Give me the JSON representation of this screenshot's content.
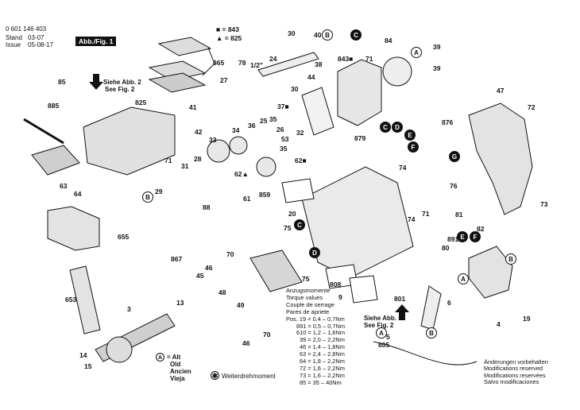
{
  "header": {
    "doc_number": "0 601 146 403",
    "stand_label": "Stand",
    "stand_value": "03-07",
    "issue_label": "Issue",
    "issue_value": "05-08-17",
    "figure_label": "Abb./Fig. 1"
  },
  "legend_top": {
    "sq_843": "■ = 843",
    "tri_825": "▲ = 825"
  },
  "callouts": [
    {
      "id": "843",
      "label": "843"
    },
    {
      "id": "825",
      "label": "825"
    },
    {
      "id": "865",
      "label": "865"
    },
    {
      "id": "30a",
      "label": "30"
    },
    {
      "id": "40",
      "label": "40"
    },
    {
      "id": "B_top",
      "label": "B"
    },
    {
      "id": "C_top",
      "label": "C"
    },
    {
      "id": "843sq",
      "label": "843■"
    },
    {
      "id": "71a",
      "label": "71"
    },
    {
      "id": "84",
      "label": "84"
    },
    {
      "id": "39a",
      "label": "39"
    },
    {
      "id": "A_top",
      "label": "A"
    },
    {
      "id": "39b",
      "label": "39"
    },
    {
      "id": "24",
      "label": "24"
    },
    {
      "id": "78",
      "label": "78"
    },
    {
      "id": "half",
      "label": "1/2\""
    },
    {
      "id": "27",
      "label": "27"
    },
    {
      "id": "38",
      "label": "38"
    },
    {
      "id": "30b",
      "label": "30"
    },
    {
      "id": "44",
      "label": "44"
    },
    {
      "id": "85",
      "label": "85"
    },
    {
      "id": "885",
      "label": "885"
    },
    {
      "id": "siehe2a",
      "label": "Siehe Abb. 2"
    },
    {
      "id": "seefig2a",
      "label": "See Fig. 2"
    },
    {
      "id": "825b",
      "label": "825"
    },
    {
      "id": "41",
      "label": "41"
    },
    {
      "id": "37",
      "label": "37■"
    },
    {
      "id": "32",
      "label": "32"
    },
    {
      "id": "36",
      "label": "36"
    },
    {
      "id": "25",
      "label": "25"
    },
    {
      "id": "26",
      "label": "26"
    },
    {
      "id": "35a",
      "label": "35"
    },
    {
      "id": "34",
      "label": "34"
    },
    {
      "id": "53",
      "label": "53"
    },
    {
      "id": "879",
      "label": "879"
    },
    {
      "id": "C2",
      "label": "C"
    },
    {
      "id": "D1",
      "label": "D"
    },
    {
      "id": "876",
      "label": "876"
    },
    {
      "id": "47",
      "label": "47"
    },
    {
      "id": "72",
      "label": "72"
    },
    {
      "id": "42",
      "label": "42"
    },
    {
      "id": "33",
      "label": "33"
    },
    {
      "id": "35b",
      "label": "35"
    },
    {
      "id": "62a",
      "label": "62■"
    },
    {
      "id": "E1",
      "label": "E"
    },
    {
      "id": "F1",
      "label": "F"
    },
    {
      "id": "71b",
      "label": "71"
    },
    {
      "id": "31",
      "label": "31"
    },
    {
      "id": "28",
      "label": "28"
    },
    {
      "id": "62b",
      "label": "62▲"
    },
    {
      "id": "74",
      "label": "74"
    },
    {
      "id": "63",
      "label": "63"
    },
    {
      "id": "64",
      "label": "64"
    },
    {
      "id": "29",
      "label": "29"
    },
    {
      "id": "61",
      "label": "61"
    },
    {
      "id": "859",
      "label": "859"
    },
    {
      "id": "G1",
      "label": "G"
    },
    {
      "id": "76",
      "label": "76"
    },
    {
      "id": "73",
      "label": "73"
    },
    {
      "id": "B_mid",
      "label": "B"
    },
    {
      "id": "88",
      "label": "88"
    },
    {
      "id": "20",
      "label": "20"
    },
    {
      "id": "71c",
      "label": "71"
    },
    {
      "id": "74b",
      "label": "74"
    },
    {
      "id": "655",
      "label": "655"
    },
    {
      "id": "75a",
      "label": "75"
    },
    {
      "id": "C3",
      "label": "C"
    },
    {
      "id": "81",
      "label": "81"
    },
    {
      "id": "82",
      "label": "82"
    },
    {
      "id": "891",
      "label": "891"
    },
    {
      "id": "E2",
      "label": "E"
    },
    {
      "id": "F2",
      "label": "F"
    },
    {
      "id": "80",
      "label": "80"
    },
    {
      "id": "867",
      "label": "867"
    },
    {
      "id": "70a",
      "label": "70"
    },
    {
      "id": "D2",
      "label": "D"
    },
    {
      "id": "B_right",
      "label": "B"
    },
    {
      "id": "46a",
      "label": "46"
    },
    {
      "id": "45",
      "label": "45"
    },
    {
      "id": "75b",
      "label": "75"
    },
    {
      "id": "808",
      "label": "808"
    },
    {
      "id": "A_right",
      "label": "A"
    },
    {
      "id": "653",
      "label": "653"
    },
    {
      "id": "13",
      "label": "13"
    },
    {
      "id": "48",
      "label": "48"
    },
    {
      "id": "9",
      "label": "9"
    },
    {
      "id": "801",
      "label": "801"
    },
    {
      "id": "6",
      "label": "6"
    },
    {
      "id": "3",
      "label": "3"
    },
    {
      "id": "49",
      "label": "49"
    },
    {
      "id": "19",
      "label": "19"
    },
    {
      "id": "4",
      "label": "4"
    },
    {
      "id": "70b",
      "label": "70"
    },
    {
      "id": "46b",
      "label": "46"
    },
    {
      "id": "siehe2b",
      "label": "Siehe Abb. 2"
    },
    {
      "id": "seefig2b",
      "label": "See Fig. 2"
    },
    {
      "id": "A_bot",
      "label": "A"
    },
    {
      "id": "B_bot",
      "label": "B"
    },
    {
      "id": "5",
      "label": "5"
    },
    {
      "id": "805",
      "label": "805"
    },
    {
      "id": "14",
      "label": "14"
    },
    {
      "id": "15",
      "label": "15"
    }
  ],
  "torque_table": {
    "title_lines": [
      "Anzugsmomente",
      "Torque values",
      "Couple de serrage",
      "Pares de apriete"
    ],
    "rows": [
      "Pos.  19 = 0,4 – 0,7Nm",
      "891 = 0,5 – 0,7Nm",
      "610 = 1,2 – 1,6Nm",
      "39 = 2,0 – 2,2Nm",
      "46 = 1,4 – 1,8Nm",
      "63 = 2,4 – 2,8Nm",
      "64 = 1,8 – 2,2Nm",
      "72 = 1,6 – 2,2Nm",
      "73 = 1,6 – 2,2Nm",
      "85 = 35 – 40Nm"
    ]
  },
  "alt_legend": {
    "lines": [
      "= Alt",
      "Old",
      "Ancien",
      "Vieja"
    ],
    "marker": "A"
  },
  "rotation_note": "Weiterdrehmoment",
  "modifications": [
    "Änderungen vorbehalten",
    "Modifications reserved",
    "Modifications reservées",
    "Salvo modificaciones"
  ]
}
